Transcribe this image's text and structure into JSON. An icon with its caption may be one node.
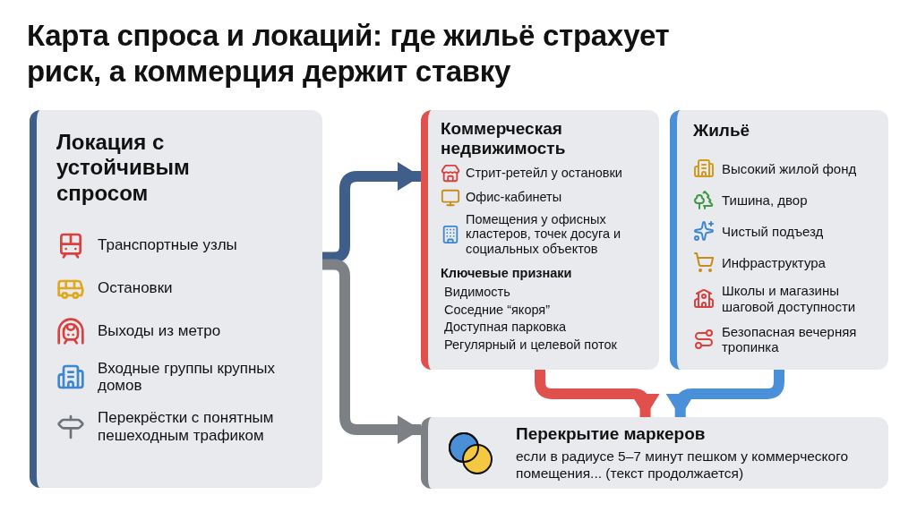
{
  "diagram": {
    "title": "Карта спроса и локаций: где жильё страхует риск, а коммерция держит ставку",
    "nodes": [
      {
        "text": [
          "Локация с устойчивым спросом",
          "Транспортные узлы",
          "Остановки",
          "Выходы из метро",
          "Входные группы крупных домов",
          "Перекрёстки с понятным пешеходным трафиком"
        ]
      },
      {
        "text": [
          "Коммерческая недвижимость",
          "Стрит-ретейл у остановки",
          "Офис-кабинеты",
          "Помещения у офисных кластеров, точек досуга и социальных объектов",
          "Ключевые признаки",
          "Видимость",
          "Соседние “якоря”",
          "Доступная парковка",
          "Регулярный и целевой поток"
        ]
      },
      {
        "text": [
          "Жильё",
          "Высокий жилой фонд",
          "Тишина, двор",
          "Чистый подъезд",
          "Инфраструктура",
          "Школы и магазины шаговой доступности",
          "Безопасная вечерняя тропинка"
        ]
      },
      {
        "text": [
          "Перекрытие маркеров",
          "если в радиусе 5–7 минут пешком у коммерческого помещения... (текст продолжается)"
        ]
      }
    ],
    "edges": [
      {
        "from": 0,
        "to": 1,
        "arrow": "to",
        "color": "#3f5f8a"
      },
      {
        "from": 0,
        "to": 3,
        "arrow": "to",
        "color": "#7d8185"
      },
      {
        "from": 1,
        "to": 3,
        "arrow": "to",
        "color": "#e0504c"
      },
      {
        "from": 2,
        "to": 3,
        "arrow": "to",
        "color": "#4a90d9"
      }
    ]
  }
}
